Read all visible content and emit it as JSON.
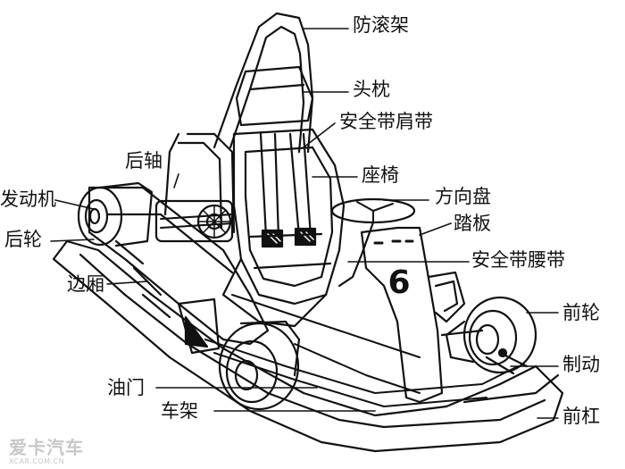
{
  "labels": {
    "roll_bar": "防滚架",
    "headrest": "头枕",
    "shoulder_belt": "安全带肩带",
    "rear_axle": "后轴",
    "seat": "座椅",
    "engine": "发动机",
    "steering_wheel": "方向盘",
    "pedal": "踏板",
    "rear_wheel": "后轮",
    "lap_belt": "安全带腰带",
    "side_pod": "边厢",
    "front_wheel": "前轮",
    "brake": "制动",
    "throttle": "油门",
    "frame": "车架",
    "front_bumper": "前杠"
  },
  "kart": {
    "number": "6"
  },
  "watermark": {
    "main": "爱卡汽车",
    "sub": "XCAR.COM.CN"
  }
}
